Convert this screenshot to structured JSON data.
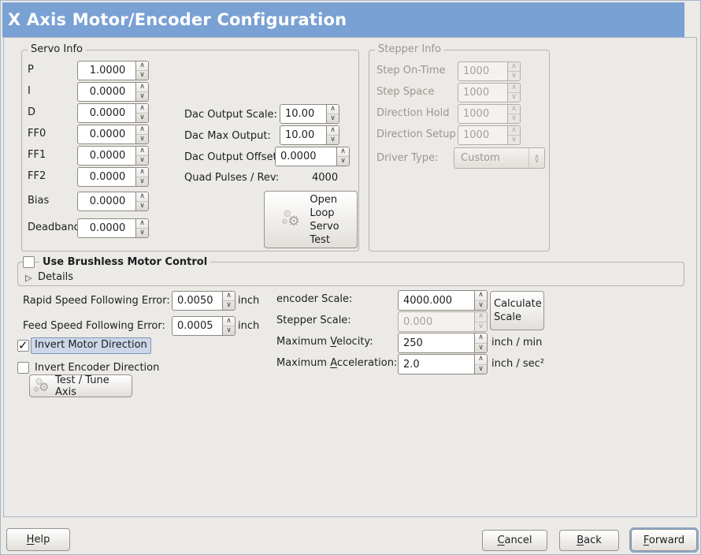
{
  "colors": {
    "header_bg": "#7AA1D4",
    "focus_ring": "#89A6CD",
    "selection_bg": "#CCD7EA"
  },
  "icons": {
    "gear": "⚙",
    "spin_up": "∧",
    "spin_down": "∨",
    "expander_collapsed": "▷",
    "checkmark": "✓"
  },
  "header": {
    "title": "X Axis Motor/Encoder Configuration"
  },
  "servo_info": {
    "legend": "Servo Info",
    "rows": [
      {
        "label": "P",
        "value": "1.0000"
      },
      {
        "label": "I",
        "value": "0.0000"
      },
      {
        "label": "D",
        "value": "0.0000"
      },
      {
        "label": "FF0",
        "value": "0.0000"
      },
      {
        "label": "FF1",
        "value": "0.0000"
      },
      {
        "label": "FF2",
        "value": "0.0000"
      },
      {
        "label": "Bias",
        "value": "0.0000"
      },
      {
        "label": "Deadband",
        "value": "0.0000"
      }
    ]
  },
  "dac": {
    "output_scale_label": "Dac Output Scale:",
    "output_scale_value": "10.00",
    "max_output_label": "Dac Max Output:",
    "max_output_value": "10.00",
    "output_offset_label": "Dac Output Offset:",
    "output_offset_value": "0.0000",
    "quad_pulses_label": "Quad Pulses / Rev:",
    "quad_pulses_value": "4000",
    "open_loop_test_button": "Open\nLoop\nServo\nTest"
  },
  "stepper_info": {
    "legend": "Stepper Info",
    "rows": [
      {
        "label": "Step On-Time",
        "value": "1000"
      },
      {
        "label": "Step Space",
        "value": "1000"
      },
      {
        "label": "Direction Hold",
        "value": "1000"
      },
      {
        "label": "Direction Setup",
        "value": "1000"
      }
    ],
    "driver_type_label": "Driver Type:",
    "driver_type_value": "Custom"
  },
  "brushless": {
    "checkbox_label": "Use Brushless Motor Control",
    "checked": false,
    "details_label": "Details"
  },
  "following_error": {
    "rapid_label": "Rapid Speed Following Error:",
    "rapid_value": "0.0050",
    "rapid_unit": "inch",
    "feed_label": "Feed Speed Following Error:",
    "feed_value": "0.0005",
    "feed_unit": "inch"
  },
  "scale": {
    "encoder_label": "encoder Scale:",
    "encoder_value": "4000.000",
    "stepper_label": "Stepper Scale:",
    "stepper_value": "0.000",
    "velocity_label": "Maximum Velocity:",
    "velocity_mnemonic": 8,
    "velocity_value": "250",
    "velocity_unit": "inch / min",
    "accel_label": "Maximum Acceleration:",
    "accel_mnemonic": 8,
    "accel_value": "2.0",
    "accel_unit": "inch / sec²",
    "calculate_button": "Calculate\nScale"
  },
  "direction": {
    "invert_motor_label": "Invert Motor Direction",
    "invert_motor_checked": true,
    "invert_encoder_label": "Invert Encoder Direction",
    "invert_encoder_checked": false,
    "test_tune_button": "Test / Tune Axis"
  },
  "actions": {
    "help": {
      "label": "Help",
      "mnemonic": 0
    },
    "cancel": {
      "label": "Cancel",
      "mnemonic": 0
    },
    "back": {
      "label": "Back",
      "mnemonic": 0
    },
    "forward": {
      "label": "Forward",
      "mnemonic": 0
    }
  }
}
